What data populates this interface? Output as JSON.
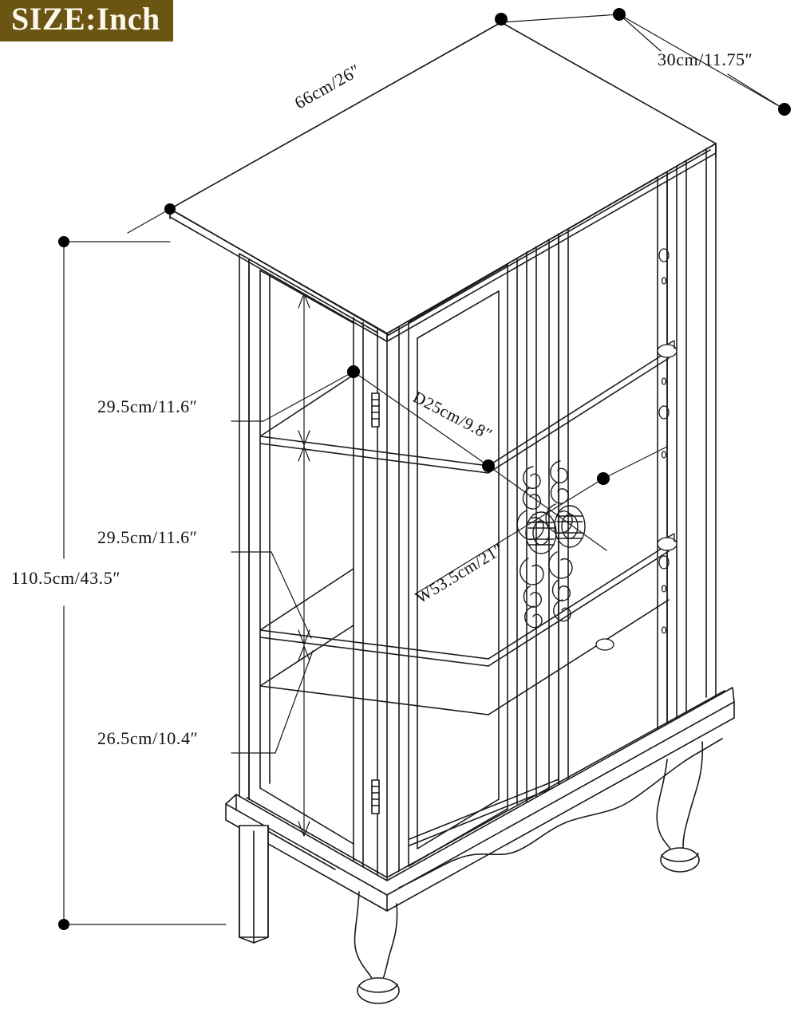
{
  "badge": {
    "text": "SIZE:Inch",
    "bg_color": "#6b5512",
    "text_color": "#fdf8ec"
  },
  "drawing": {
    "title": "Curio cabinet isometric dimension drawing",
    "line_color": "#1a1a1a",
    "marker_color": "#000000",
    "background": "#ffffff"
  },
  "dimensions": {
    "top_width": {
      "label": "66cm/26″",
      "cm": 66,
      "inch": 26,
      "axis": "top-panel-width"
    },
    "top_depth": {
      "label": "30cm/11.75″",
      "cm": 30,
      "inch": 11.75,
      "axis": "top-panel-depth"
    },
    "overall_height": {
      "label": "110.5cm/43.5″",
      "cm": 110.5,
      "inch": 43.5,
      "axis": "overall-height"
    },
    "shelf_gap_upper": {
      "label": "29.5cm/11.6″",
      "cm": 29.5,
      "inch": 11.6,
      "axis": "upper-shelf-clearance"
    },
    "shelf_gap_middle": {
      "label": "29.5cm/11.6″",
      "cm": 29.5,
      "inch": 11.6,
      "axis": "middle-shelf-clearance"
    },
    "shelf_gap_lower": {
      "label": "26.5cm/10.4″",
      "cm": 26.5,
      "inch": 10.4,
      "axis": "lower-shelf-clearance"
    },
    "interior_depth": {
      "label": "D25cm/9.8″",
      "cm": 25,
      "inch": 9.8,
      "axis": "interior-shelf-depth"
    },
    "interior_width": {
      "label": "W53.5cm/21″",
      "cm": 53.5,
      "inch": 21,
      "axis": "interior-shelf-width"
    }
  },
  "parts": {
    "top_panel": "top-panel",
    "left_side_panel": "left-side-panel",
    "right_side_panel": "right-side-panel",
    "left_glass_door": "left-glass-door",
    "right_glass_door": "right-glass-door",
    "door_handle_left": "left-door-ornate-handle",
    "door_handle_right": "right-door-ornate-handle",
    "hinge_upper": "upper-door-hinge",
    "hinge_lower": "lower-door-hinge",
    "shelf_1": "glass-shelf-upper",
    "shelf_2": "glass-shelf-middle",
    "shelf_3": "glass-shelf-lower",
    "base_molding": "base-molding",
    "apron": "scalloped-apron",
    "leg_front": "front-cabriole-leg",
    "leg_right": "right-cabriole-leg",
    "leg_left_rear": "left-rear-leg",
    "shelf_pin_holes": "shelf-pin-holes",
    "shelf_support_pins": "shelf-support-pins"
  }
}
